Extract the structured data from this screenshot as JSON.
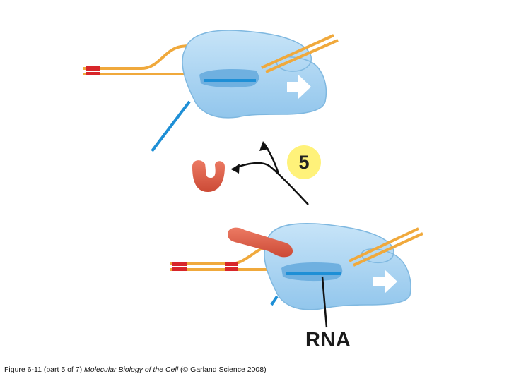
{
  "figure": {
    "step_number": "5",
    "rna_label": "RNA",
    "caption": {
      "prefix": "Figure 6-11 (part 5 of 7) ",
      "book_title": "Molecular Biology of the Cell",
      "suffix": " (© Garland Science 2008)"
    }
  },
  "colors": {
    "polymerase_body": "#a9d4f2",
    "polymerase_outline": "#7fb8e0",
    "dna_strand": "#f0a93c",
    "promoter_mark": "#d8262a",
    "rna_strand": "#1e8fd6",
    "sigma_factor": "#e0604a",
    "step_badge": "#fff27a",
    "arrow": "#111111"
  },
  "icons": {
    "direction": "white-right-arrow-icon",
    "release": "curved-release-arrow-icon"
  }
}
